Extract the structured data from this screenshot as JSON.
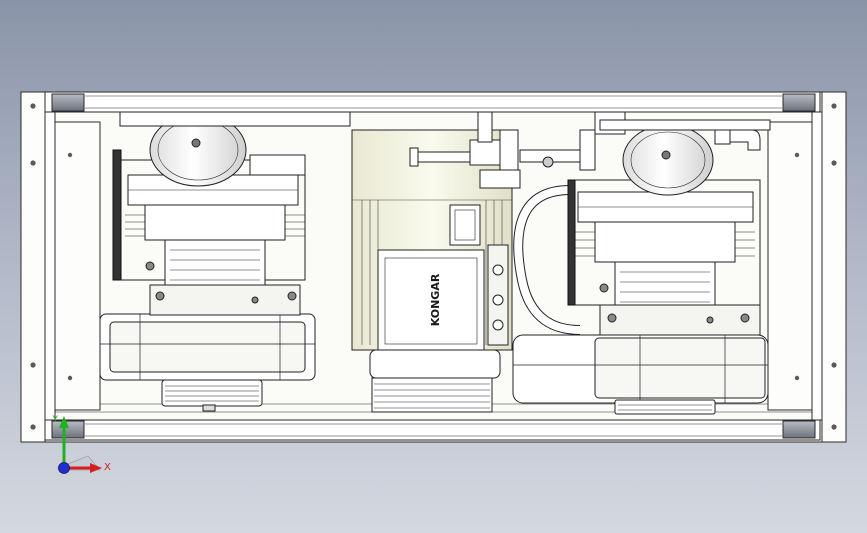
{
  "model": {
    "brand_label": "KONGAR"
  },
  "triad": {
    "x_label": "X",
    "y_label": "Y",
    "x_color": "#d62020",
    "y_color": "#20b020",
    "z_color": "#2030d0"
  },
  "colors": {
    "background_top": "#8a94a8",
    "background_bottom": "#d4d8e0",
    "frame_fill": "#fbfbf8",
    "edge_line": "#2a2a2a",
    "motor_fill": "#f1f1df",
    "corner_block": "#9aa0a8"
  }
}
